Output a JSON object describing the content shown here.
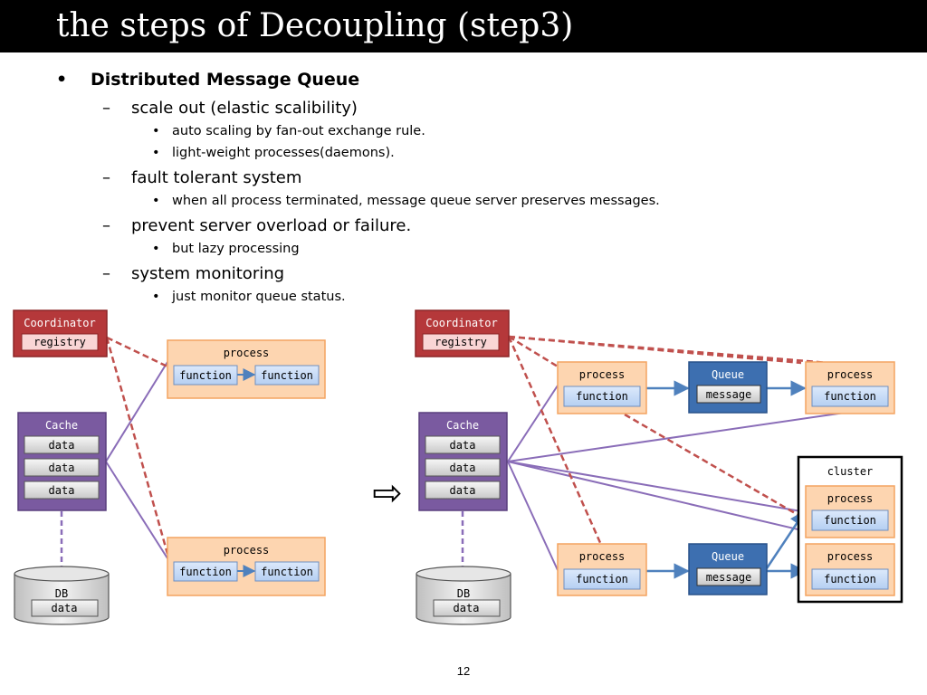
{
  "slide": {
    "title": "the steps of Decoupling (step3)",
    "page_number": "12"
  },
  "bullets": {
    "heading": {
      "marker": "•",
      "text": "Distributed Message Queue"
    },
    "items": [
      {
        "marker": "–",
        "text": "scale out (elastic scalibility)"
      },
      {
        "marker": "•",
        "text": "auto scaling by fan-out exchange rule."
      },
      {
        "marker": "•",
        "text": "light-weight processes(daemons)."
      },
      {
        "marker": "–",
        "text": "fault tolerant system"
      },
      {
        "marker": "•",
        "text": "when all process terminated, message queue server preserves messages."
      },
      {
        "marker": "–",
        "text": "prevent server overload or failure."
      },
      {
        "marker": "•",
        "text": "but lazy processing"
      },
      {
        "marker": "–",
        "text": "system monitoring"
      },
      {
        "marker": "•",
        "text": "just monitor queue status."
      }
    ]
  },
  "diagram": {
    "coordinator": {
      "title": "Coordinator",
      "item": "registry"
    },
    "cache": {
      "title": "Cache",
      "items": [
        "data",
        "data",
        "data"
      ]
    },
    "db": {
      "title": "DB",
      "item": "data"
    },
    "process": {
      "title": "process",
      "function": "function"
    },
    "queue": {
      "title": "Queue",
      "item": "message"
    },
    "cluster": {
      "title": "cluster"
    },
    "transition_arrow": "⇨",
    "colors": {
      "coordinator": "#b5383a",
      "cache": "#7a5aa0",
      "process_fill": "#fdd5b0",
      "process_border": "#f4a460",
      "function_fill": "#c6dbf7",
      "queue": "#3d6fb0",
      "cache_link": "#8a6db8",
      "queue_link": "#4f81bd",
      "registry_link": "#c0504d"
    }
  }
}
